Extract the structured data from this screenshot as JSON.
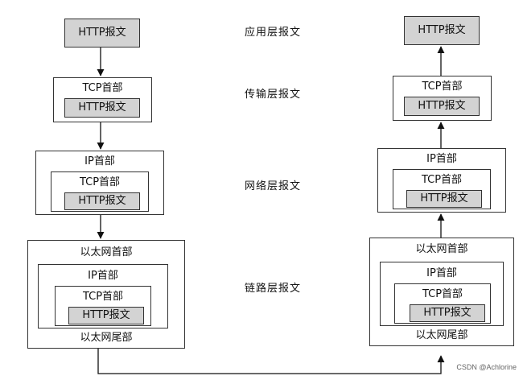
{
  "layers": {
    "application": "应用层报文",
    "transport": "传输层报文",
    "network": "网络层报文",
    "link": "链路层报文"
  },
  "headers": {
    "http": "HTTP报文",
    "tcp": "TCP首部",
    "ip": "IP首部",
    "eth_head": "以太网首部",
    "eth_tail": "以太网尾部"
  },
  "watermark": "CSDN @Achlorine",
  "colors": {
    "gray_fill": "#d3d3d3",
    "border": "#333333"
  }
}
